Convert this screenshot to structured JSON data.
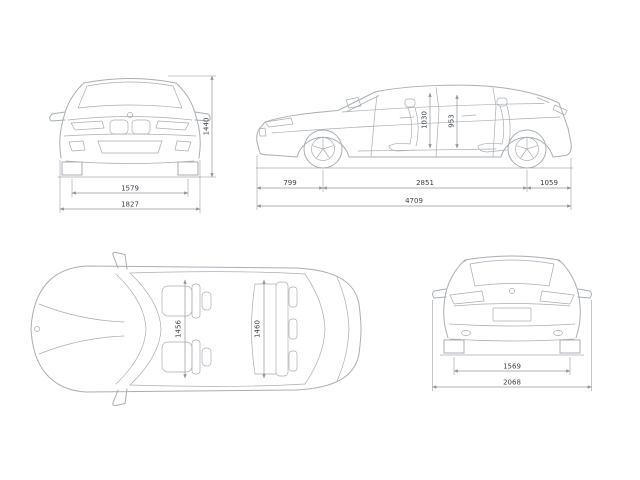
{
  "colors": {
    "line": "#a9aeb6",
    "dimension": "#9096a0",
    "text": "#3d424a"
  },
  "front_view": {
    "track": "1579",
    "overall_width": "1827",
    "overall_height": "1440"
  },
  "side_view": {
    "front_overhang": "799",
    "wheelbase": "2851",
    "rear_overhang": "1059",
    "overall_length": "4709",
    "interior_height_front": "1030",
    "interior_height_rear": "953"
  },
  "top_view": {
    "interior_width_front": "1456",
    "interior_width_rear": "1460"
  },
  "rear_view": {
    "track": "1569",
    "width_incl_mirrors": "2068"
  }
}
